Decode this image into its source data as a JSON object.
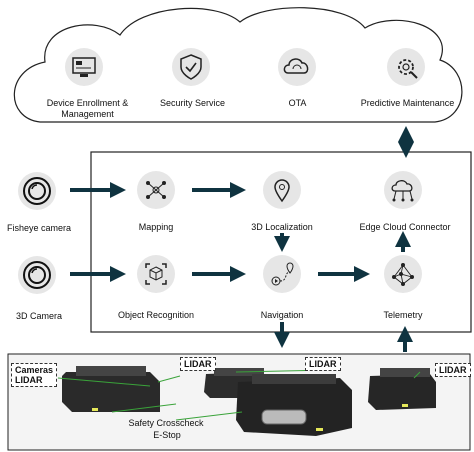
{
  "cloud": {
    "services": [
      {
        "label": "Device Enrollment &\nManagement",
        "icon": "device-management-icon"
      },
      {
        "label": "Security Service",
        "icon": "shield-check-icon"
      },
      {
        "label": "OTA",
        "icon": "cloud-sync-icon"
      },
      {
        "label": "Predictive Maintenance",
        "icon": "gear-wrench-icon"
      }
    ]
  },
  "sensors": {
    "fisheye": "Fisheye camera",
    "camera3d": "3D Camera"
  },
  "modules": {
    "mapping": "Mapping",
    "localization": "3D Localization",
    "edge": "Edge Cloud Connector",
    "object_recognition": "Object Recognition",
    "navigation": "Navigation",
    "telemetry": "Telemetry"
  },
  "robot_labels": {
    "cameras": "Cameras",
    "lidar_left": "LIDAR",
    "lidar_top_left": "LIDAR",
    "lidar_top_mid": "LIDAR",
    "lidar_right": "LIDAR",
    "safety": "Safety Crosscheck",
    "estop": "E-Stop"
  },
  "colors": {
    "arrow": "#0f3340",
    "icon_bg": "#e6e6e6",
    "frame": "#222222"
  }
}
